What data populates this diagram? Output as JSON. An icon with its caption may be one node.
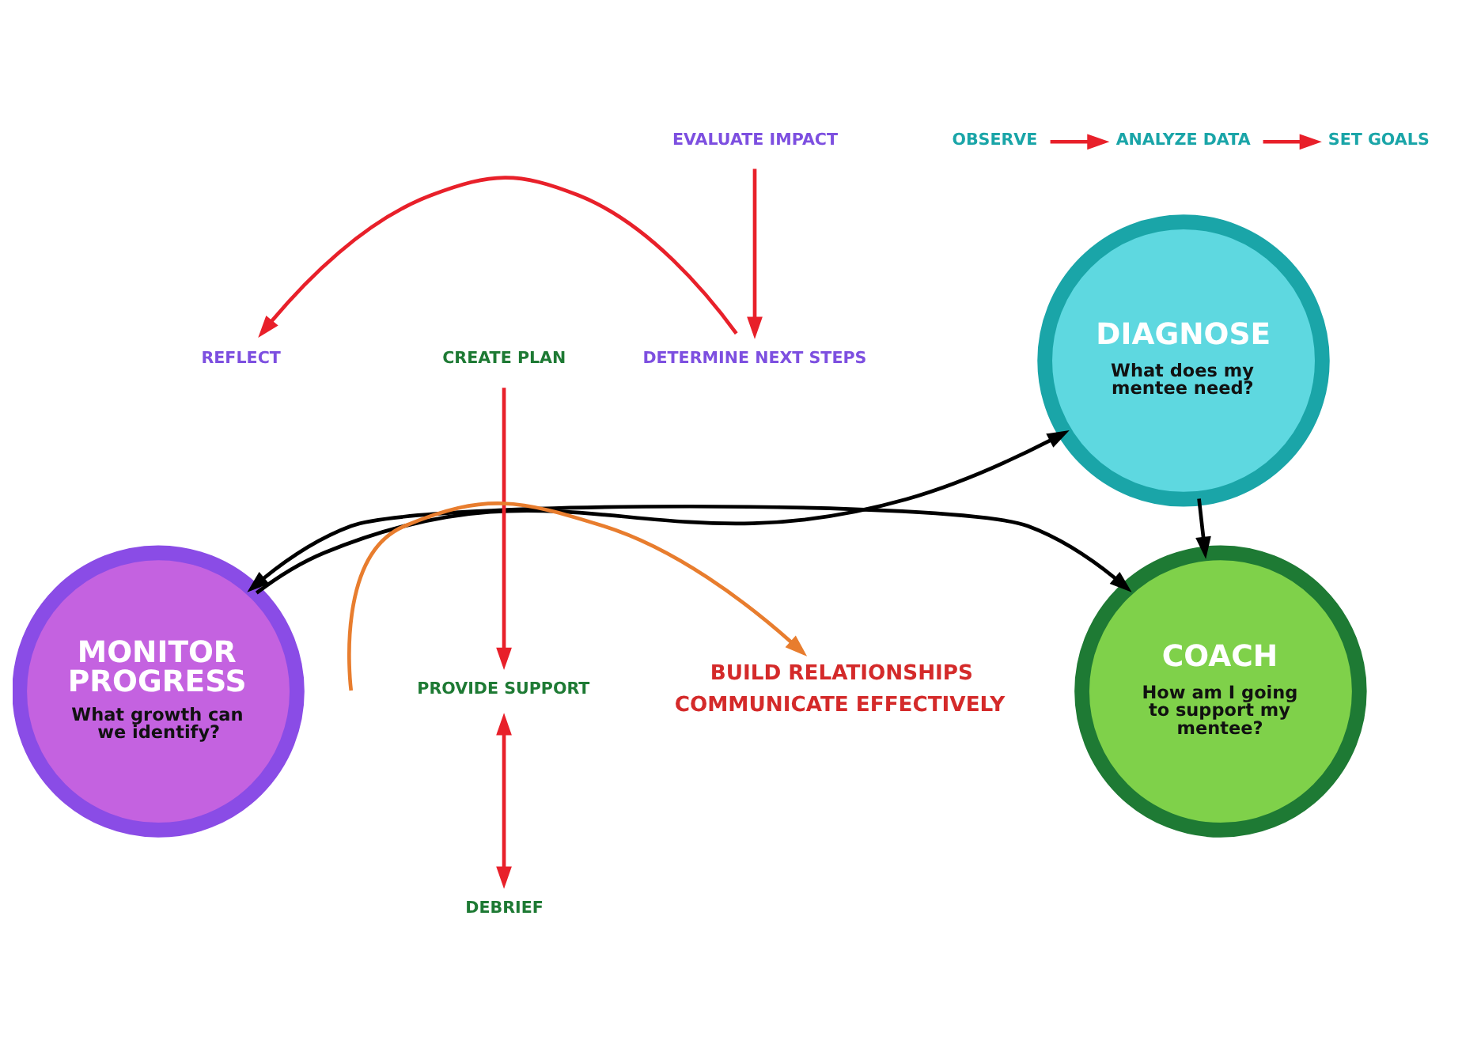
{
  "diagram": {
    "nodes": [
      {
        "text": [
          "OBSERVE"
        ]
      },
      {
        "text": [
          "ANALYZE DATA"
        ]
      },
      {
        "text": [
          "SET GOALS"
        ]
      },
      {
        "text": [
          "DIAGNOSE",
          "What does my mentee need?"
        ]
      },
      {
        "text": [
          "DETERMINE NEXT STEPS"
        ]
      },
      {
        "text": [
          "REFLECT"
        ]
      },
      {
        "text": [
          "BUILD RELATIONSHIPS",
          "COMMUNICATE EFFECTIVELY"
        ]
      },
      {
        "text": [
          "MONITOR PROGRESS",
          "What growth can we identify?"
        ]
      },
      {
        "text": [
          "EVALUATE IMPACT"
        ]
      },
      {
        "text": [
          "CREATE PLAN"
        ]
      },
      {
        "text": [
          "COACH",
          "How am I going to support my mentee?"
        ]
      },
      {
        "text": [
          "PROVIDE SUPPORT"
        ]
      },
      {
        "text": [
          "DEBRIEF"
        ]
      }
    ],
    "edges": [
      {
        "from": 0,
        "to": 1,
        "arrow": "to",
        "color": "#e8202a"
      },
      {
        "from": 1,
        "to": 2,
        "arrow": "to",
        "color": "#e8202a"
      },
      {
        "from": 9,
        "to": 11,
        "arrow": "to",
        "color": "#e8202a"
      },
      {
        "from": 11,
        "to": 12,
        "arrow": "both",
        "color": "#e8202a"
      },
      {
        "from": 8,
        "to": 4,
        "arrow": "to",
        "color": "#e8202a"
      },
      {
        "from": 4,
        "to": 5,
        "arrow": "to",
        "color": "#e8202a"
      },
      {
        "from": 7,
        "to": 3,
        "arrow": "to",
        "color": "#000000"
      },
      {
        "from": 3,
        "to": 10,
        "arrow": "to",
        "color": "#000000"
      },
      {
        "from": 7,
        "to": 10,
        "arrow": "both",
        "color": "#000000"
      },
      {
        "from": null,
        "to": 6,
        "arrow": "to",
        "color": "#e87d2e"
      }
    ]
  }
}
